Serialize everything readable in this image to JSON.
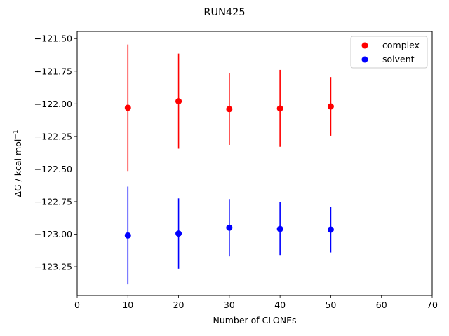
{
  "chart_data": {
    "type": "scatter",
    "title": "RUN425",
    "xlabel": "Number of CLONEs",
    "ylabel": {
      "prefix": "ΔG / kcal mol",
      "superscript": "−1"
    },
    "xlim": [
      0,
      70
    ],
    "ylim": [
      -123.47,
      -121.445
    ],
    "xticks": [
      0,
      10,
      20,
      30,
      40,
      50,
      60,
      70
    ],
    "xtick_labels": [
      "0",
      "10",
      "20",
      "30",
      "40",
      "50",
      "60",
      "70"
    ],
    "yticks": [
      -121.5,
      -121.75,
      -122.0,
      -122.25,
      -122.5,
      -122.75,
      -123.0,
      -123.25
    ],
    "ytick_labels": [
      "−121.50",
      "−121.75",
      "−122.00",
      "−122.25",
      "−122.50",
      "−122.75",
      "−123.00",
      "−123.25"
    ],
    "grid": false,
    "legend_position": "top-right",
    "series": [
      {
        "name": "complex",
        "color": "#ff0000",
        "x": [
          10,
          20,
          30,
          40,
          50
        ],
        "y": [
          -122.03,
          -121.98,
          -122.04,
          -122.035,
          -122.02
        ],
        "err": [
          0.485,
          0.365,
          0.275,
          0.295,
          0.225
        ]
      },
      {
        "name": "solvent",
        "color": "#0000ff",
        "x": [
          10,
          20,
          30,
          40,
          50
        ],
        "y": [
          -123.01,
          -122.995,
          -122.95,
          -122.96,
          -122.965
        ],
        "err": [
          0.375,
          0.27,
          0.22,
          0.205,
          0.175
        ]
      }
    ]
  }
}
